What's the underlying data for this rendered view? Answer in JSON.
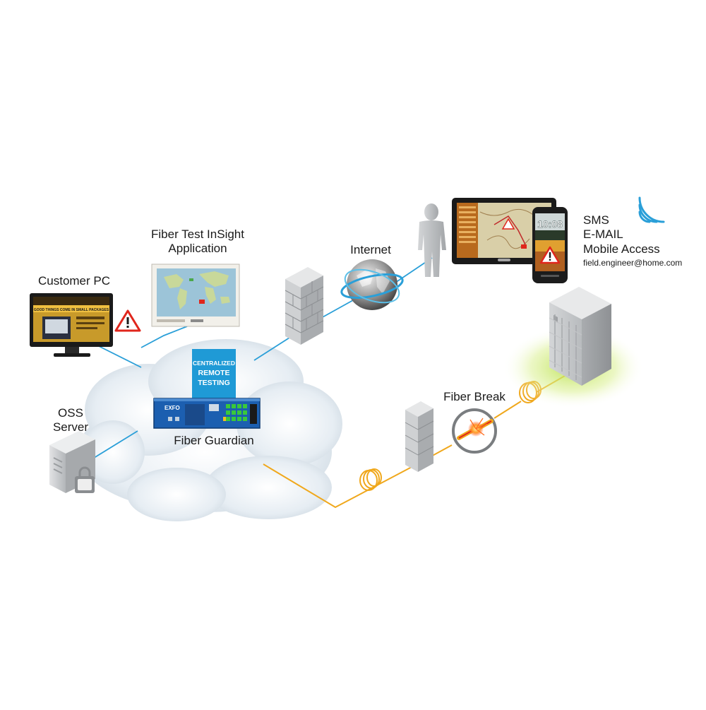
{
  "nodes": {
    "customer_pc": {
      "label": "Customer PC",
      "screen_headline": "GOOD THINGS COME IN SMALL PACKAGES"
    },
    "insight_app": {
      "label_line1": "Fiber Test InSight",
      "label_line2": "Application"
    },
    "oss_server": {
      "label_line1": "OSS",
      "label_line2": "Server"
    },
    "fiber_guardian": {
      "label": "Fiber Guardian",
      "brand": "EXFO",
      "badge_line1": "CENTRALIZED",
      "badge_line2": "REMOTE",
      "badge_line3": "TESTING"
    },
    "internet": {
      "label": "Internet"
    },
    "field_engineer": {
      "line1": "SMS",
      "line2": "E-MAIL",
      "line3": "Mobile Access",
      "email": "field.engineer@home.com",
      "phone_time": "10:08"
    },
    "fiber_break": {
      "label": "Fiber Break"
    }
  },
  "colors": {
    "blue_link": "#2a9fd8",
    "fiber": "#f0a81c",
    "badge": "#1f9ad6",
    "cloud": "#dfe8ef",
    "alert": "#e0261c"
  }
}
